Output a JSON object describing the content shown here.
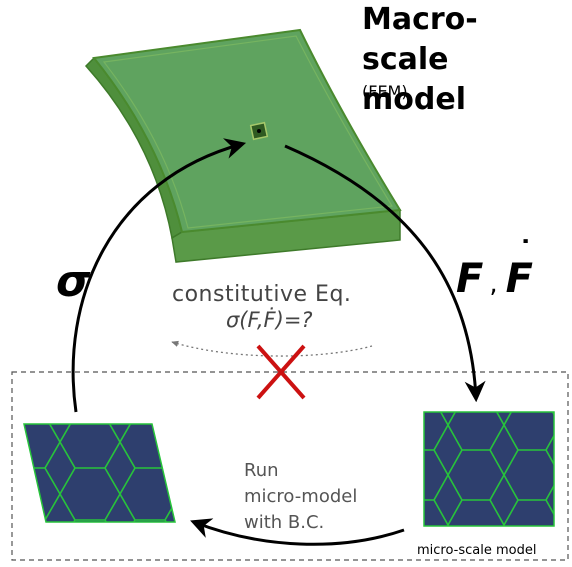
{
  "title": "Macro-scale model",
  "subtitle": "(FEM)",
  "stress_symbol": "σ",
  "deformation_symbol_1": "F",
  "deformation_separator": ",",
  "deformation_symbol_2": "F",
  "constitutive_line1": "constitutive Eq.",
  "constitutive_line2": "σ(F,Ḟ)=?",
  "run_text": [
    "Run",
    "micro-model",
    "with B.C."
  ],
  "micro_label": "micro-scale model",
  "colors": {
    "macro_fill": "#5fa35f",
    "macro_edge": "#4a8a2e",
    "micro_fill": "#2e3f6e",
    "micro_edge": "#27c43a",
    "cross": "#cc1111",
    "arrow": "#000000",
    "dashed_arrow": "#777777"
  }
}
